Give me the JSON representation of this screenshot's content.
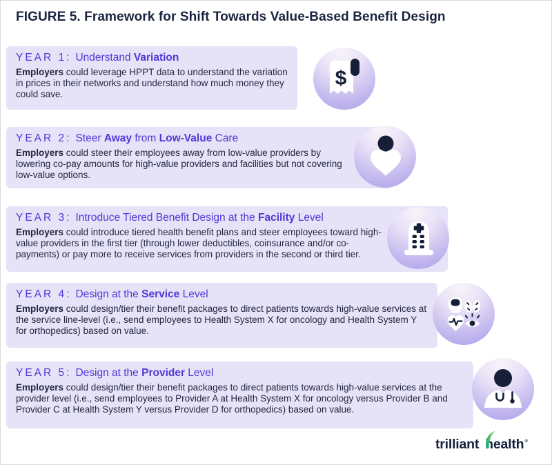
{
  "title": "FIGURE 5. Framework for Shift Towards Value-Based Benefit Design",
  "colors": {
    "accent_purple": "#5336d6",
    "row_background": "#e6e2f8",
    "dark_navy_text": "#232741",
    "icon_navy": "#151f38",
    "circle_gradient_top": "#f8f4f9",
    "circle_gradient_bottom": "#ab9ee8",
    "logo_green": "#2fb981"
  },
  "rows": [
    {
      "id": "year-1",
      "year_label": "YEAR 1:",
      "heading_segments": [
        {
          "text": "Understand ",
          "bold": false
        },
        {
          "text": "Variation",
          "bold": true
        }
      ],
      "body_lead": "Employers",
      "body_rest": " could leverage HPPT data to understand the variation in prices in their networks and understand how much money they could save.",
      "icon": "receipt-dollar-icon"
    },
    {
      "id": "year-2",
      "year_label": "YEAR 2:",
      "heading_segments": [
        {
          "text": "Steer ",
          "bold": false
        },
        {
          "text": "Away",
          "bold": true
        },
        {
          "text": " from ",
          "bold": false
        },
        {
          "text": "Low-Value",
          "bold": true
        },
        {
          "text": " Care",
          "bold": false
        }
      ],
      "body_lead": "Employers",
      "body_rest": " could steer their employees away from low-value providers by lowering co-pay amounts for high-value providers and facilities but not covering low-value options.",
      "icon": "person-heart-icon"
    },
    {
      "id": "year-3",
      "year_label": "YEAR 3:",
      "heading_segments": [
        {
          "text": "Introduce Tiered Benefit Design at the ",
          "bold": false
        },
        {
          "text": "Facility",
          "bold": true
        },
        {
          "text": " Level",
          "bold": false
        }
      ],
      "body_lead": "Employers",
      "body_rest": " could introduce tiered health benefit plans and steer employees toward high-value providers in the first tier (through lower deductibles, coinsurance and/or co-payments) or pay more to receive services from providers in the second or third tier.",
      "icon": "hospital-icon"
    },
    {
      "id": "year-4",
      "year_label": "YEAR 4:",
      "heading_segments": [
        {
          "text": "Design at the ",
          "bold": false
        },
        {
          "text": "Service",
          "bold": true
        },
        {
          "text": " Level",
          "bold": false
        }
      ],
      "body_lead": "Employers",
      "body_rest": " could design/tier their benefit packages to direct patients towards high-value services at the service line-level (i.e., send employees to Health System X for oncology and Health System Y for orthopedics) based on value.",
      "icon": "medical-services-icon"
    },
    {
      "id": "year-5",
      "year_label": "YEAR 5:",
      "heading_segments": [
        {
          "text": "Design at the ",
          "bold": false
        },
        {
          "text": "Provider",
          "bold": true
        },
        {
          "text": " Level",
          "bold": false
        }
      ],
      "body_lead": "Employers",
      "body_rest": " could design/tier their benefit packages to direct patients towards high-value services at the provider level (i.e., send employees to Provider A at Health System X for oncology versus Provider B and Provider C at Health System Y versus Provider D for orthopedics) based on value.",
      "icon": "doctor-icon"
    }
  ],
  "logo": {
    "word1": "trilliant",
    "word2": "health",
    "registered": "®"
  }
}
